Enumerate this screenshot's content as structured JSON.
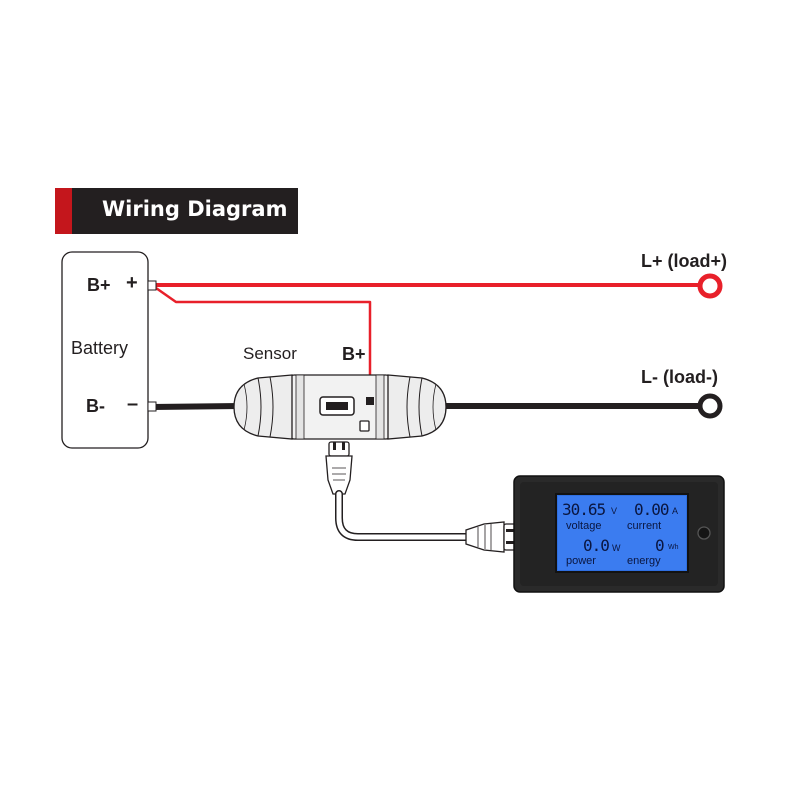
{
  "title": "Wiring Diagram",
  "battery": {
    "label": "Battery",
    "pos_terminal": "B+",
    "pos_sign": "+",
    "neg_terminal": "B-",
    "neg_sign": "–"
  },
  "sensor": {
    "label": "Sensor",
    "input_label": "B+"
  },
  "load": {
    "positive": "L+ (load+)",
    "negative": "L- (load-)"
  },
  "meter": {
    "voltage_value": "30.65",
    "voltage_unit": "V",
    "current_value": "0.00",
    "current_unit": "A",
    "voltage_label": "voltage",
    "current_label": "current",
    "power_value": "0.0",
    "power_unit": "W",
    "energy_value": "0",
    "energy_unit": "Wh",
    "power_label": "power",
    "energy_label": "energy"
  },
  "colors": {
    "positive_wire": "#e8202a",
    "negative_wire": "#231f20",
    "title_bar": "#231f20",
    "title_accent": "#c4161c",
    "lcd": "#2f6fe0",
    "lcd_text": "#0a1640"
  }
}
